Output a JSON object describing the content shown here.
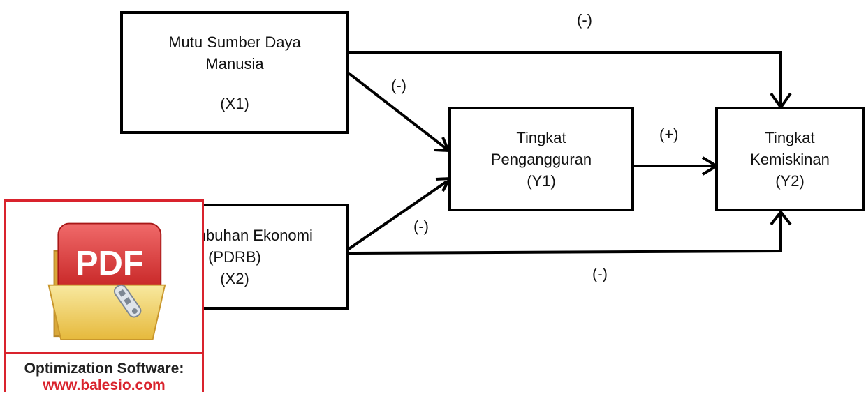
{
  "nodes": {
    "x1": {
      "name": "Mutu Sumber Daya\nManusia",
      "code": "(X1)"
    },
    "x2": {
      "name": "Pertumbuhan Ekonomi\n(PDRB)",
      "code": "(X2)"
    },
    "y1": {
      "name": "Tingkat\nPengangguran",
      "code": "(Y1)"
    },
    "y2": {
      "name": "Tingkat\nKemiskinan",
      "code": "(Y2)"
    }
  },
  "edges": [
    {
      "from": "X1",
      "to": "Y2",
      "sign": "(-)"
    },
    {
      "from": "X1",
      "to": "Y1",
      "sign": "(-)"
    },
    {
      "from": "Y1",
      "to": "Y2",
      "sign": "(+)"
    },
    {
      "from": "X2",
      "to": "Y1",
      "sign": "(-)"
    },
    {
      "from": "X2",
      "to": "Y2",
      "sign": "(-)"
    }
  ],
  "watermark": {
    "badge": "PDF",
    "line1": "Optimization Software:",
    "line2": "www.balesio.com",
    "accent": "#d9232d"
  }
}
